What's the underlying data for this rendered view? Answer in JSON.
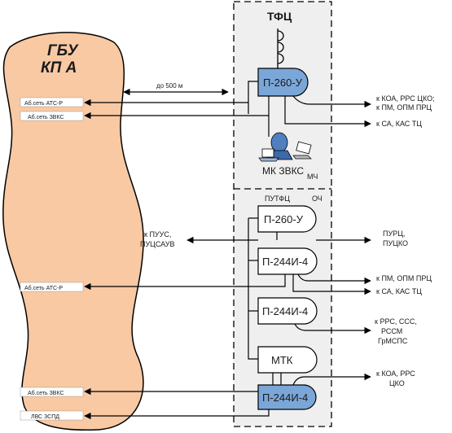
{
  "colors": {
    "blob_fill": "#f8c9a3",
    "dashed_area_fill": "#efefef",
    "blue_block_fill": "#7aa7d8",
    "white_block_fill": "#ffffff",
    "line": "#000000"
  },
  "left_region": {
    "title_line1": "ГБУ",
    "title_line2": "КП А",
    "labels": {
      "ab_atsr_1": "Аб.сеть АТС-Р",
      "ab_zvks_1": "Аб.сеть ЗВКС",
      "ab_atsr_2": "Аб.сеть АТС-Р",
      "ab_zvks_2": "Аб.сеть ЗВКС",
      "lvs_zspd": "ЛВС ЗСПД"
    }
  },
  "distance_label": "до 500 м",
  "tfc": {
    "title": "ТФЦ",
    "mch_label": "МЧ",
    "och_label": "ОЧ",
    "putfc_label": "ПУТФЦ",
    "mk_zvks_label": "МК ЗВКС",
    "blocks": {
      "p260u_top": "П-260-У",
      "p260u": "П-260-У",
      "p244i4_1": "П-244И-4",
      "p244i4_2": "П-244И-4",
      "mtk": "МТК",
      "p244i4_bottom": "П-244И-4"
    }
  },
  "right_labels": {
    "koa_top_1": "к КОА, РРС ЦКО;",
    "koa_top_2": "к ПМ, ОПМ ПРЦ",
    "ks_kas_1": "к СА, КАС ТЦ",
    "purts_1": "ПУРЦ,",
    "purts_2": "ПУЦКО",
    "pm_opm": "к ПМ, ОПМ ПРЦ",
    "ks_kas_2": "к СА, КАС ТЦ",
    "rrs_1": "к РРС, ССС,",
    "rrs_2": "РССМ",
    "rrs_3": "ГрМСПС",
    "koa_bottom_1": "к КОА, РРС",
    "koa_bottom_2": "ЦКО"
  },
  "left_arrow_labels": {
    "puus_1": "к ПУУС,",
    "puus_2": "ПУЦСАУВ"
  }
}
